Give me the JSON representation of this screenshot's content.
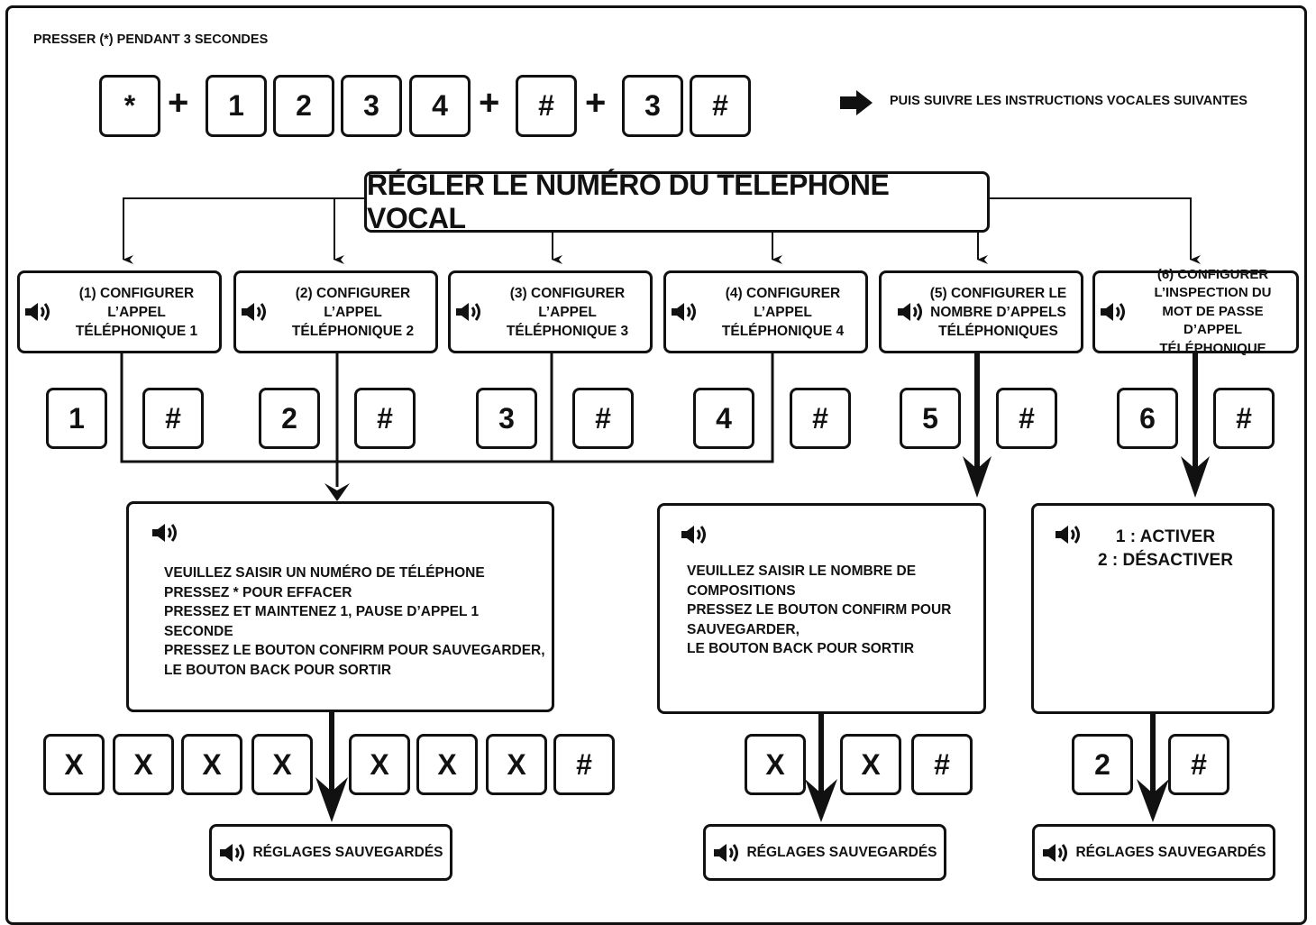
{
  "header": {
    "instruction": "PRESSER (*) PENDANT 3 SECONDES"
  },
  "sequence": [
    "*",
    "+",
    "1",
    "2",
    "3",
    "4",
    "+",
    "#",
    "+",
    "3",
    "#"
  ],
  "follow_text": "PUIS SUIVRE LES INSTRUCTIONS VOCALES SUIVANTES",
  "title": "RÉGLER LE NUMÉRO DU TELEPHONE VOCAL",
  "options": [
    {
      "label": "(1) CONFIGURER\nL’APPEL TÉLÉPHONIQUE 1",
      "key": "1",
      "confirm": "#"
    },
    {
      "label": "(2) CONFIGURER\nL’APPEL TÉLÉPHONIQUE 2",
      "key": "2",
      "confirm": "#"
    },
    {
      "label": "(3) CONFIGURER\nL’APPEL TÉLÉPHONIQUE 3",
      "key": "3",
      "confirm": "#"
    },
    {
      "label": "(4) CONFIGURER\nL’APPEL TÉLÉPHONIQUE 4",
      "key": "4",
      "confirm": "#"
    },
    {
      "label": "(5) CONFIGURER LE\nNOMBRE D’APPELS\nTÉLÉPHONIQUES",
      "key": "5",
      "confirm": "#"
    },
    {
      "label": "(6) CONFIGURER\nL’INSPECTION DU\nMOT DE PASSE\nD’APPEL TÉLÉPHONIQUE",
      "key": "6",
      "confirm": "#"
    }
  ],
  "prompts": {
    "phone": "VEUILLEZ SAISIR UN NUMÉRO DE TÉLÉPHONE\nPRESSEZ * POUR EFFACER\nPRESSEZ ET MAINTENEZ 1, PAUSE D’APPEL 1\nSECONDE\nPRESSEZ LE BOUTON CONFIRM POUR SAUVEGARDER,\nLE BOUTON BACK POUR SORTIR",
    "count": "VEUILLEZ SAISIR LE NOMBRE DE\nCOMPOSITIONS\nPRESSEZ LE BOUTON CONFIRM POUR\nSAUVEGARDER,\nLE BOUTON BACK POUR SORTIR",
    "password": "1 : ACTIVER\n2 : DÉSACTIVER"
  },
  "entry_keys": {
    "phone": [
      "X",
      "X",
      "X",
      "X",
      "X",
      "X",
      "X",
      "#"
    ],
    "count": [
      "X",
      "X",
      "#"
    ],
    "password": [
      "2",
      "#"
    ]
  },
  "saved": {
    "phone": "RÉGLAGES SAUVEGARDÉS",
    "count": "RÉGLAGES SAUVEGARDÉS",
    "password": "RÉGLAGES SAUVEGARDÉS"
  }
}
